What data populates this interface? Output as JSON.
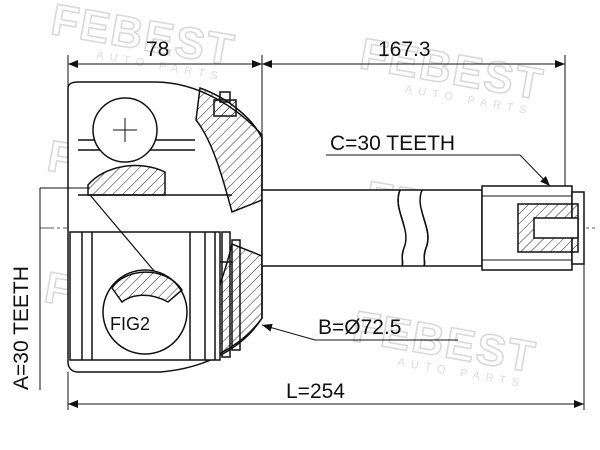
{
  "watermark": {
    "brand": "FEBEST",
    "tagline": "AUTO PARTS"
  },
  "dimensions": {
    "housing_length": "78",
    "shaft_length": "167.3",
    "total_length": "L=254",
    "outer_diameter": "B=Ø72.5",
    "inner_spline": "A=30 TEETH",
    "outer_spline": "C=30 TEETH"
  },
  "figure_label": "FIG2"
}
